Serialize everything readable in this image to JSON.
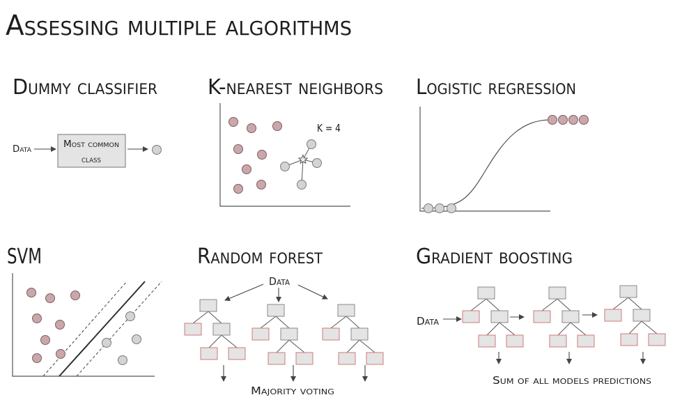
{
  "title": "Assessing multiple algorithms",
  "panels": {
    "dummy": {
      "heading": "Dummy classifier",
      "input_label": "Data",
      "box_line1": "Most common",
      "box_line2": "class"
    },
    "knn": {
      "heading": "K-nearest neighbors",
      "k_label": "K = 4"
    },
    "logistic": {
      "heading": "Logistic regression"
    },
    "svm": {
      "heading": "SVM"
    },
    "random_forest": {
      "heading": "Random forest",
      "input_label": "Data",
      "output_label": "Majority voting"
    },
    "gradient_boosting": {
      "heading": "Gradient boosting",
      "input_label": "Data",
      "output_label": "Sum of all models predictions"
    }
  },
  "colors": {
    "class_a": "#c9a7ab",
    "class_a_stroke": "#7d5f63",
    "class_b": "#d4d4d4",
    "class_b_stroke": "#7a7a7a",
    "box_fill": "#e4e4e4",
    "box_border": "#8a8a8a",
    "leaf_border": "#d27a7a"
  }
}
